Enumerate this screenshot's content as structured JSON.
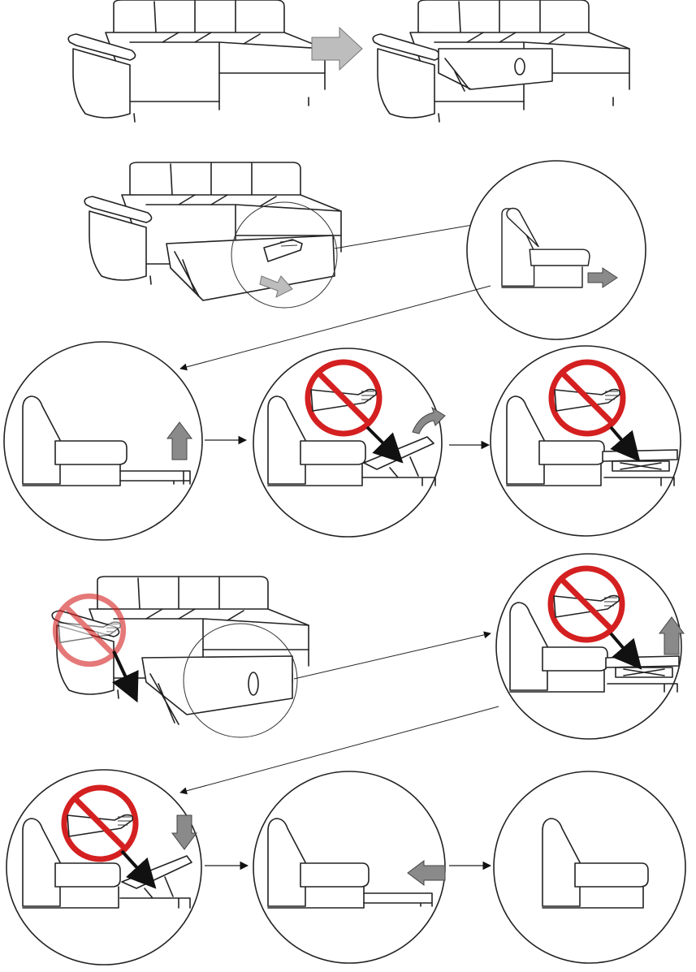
{
  "figure": {
    "background": "#ffffff",
    "line_color": "#222222",
    "arrow_color": "#8a8a8a",
    "prohibit_color": "#d42020"
  },
  "steps": [
    {
      "id": "step-1",
      "icons": [
        "corner-sofa-closed",
        "gray-arrow-right",
        "corner-sofa-open"
      ]
    },
    {
      "id": "step-2",
      "icons": [
        "corner-sofa-pull-front",
        "hand-icon",
        "zoom-circle-pull-seat"
      ]
    },
    {
      "id": "step-3",
      "icons": [
        "circle-lift",
        "circle-no-hand-raise",
        "circle-no-hand-locked"
      ]
    },
    {
      "id": "step-4",
      "icons": [
        "corner-sofa-no-hand",
        "circle-no-hand-lift"
      ]
    },
    {
      "id": "step-5",
      "icons": [
        "circle-no-hand-lower",
        "circle-push-back",
        "circle-closed"
      ]
    }
  ]
}
